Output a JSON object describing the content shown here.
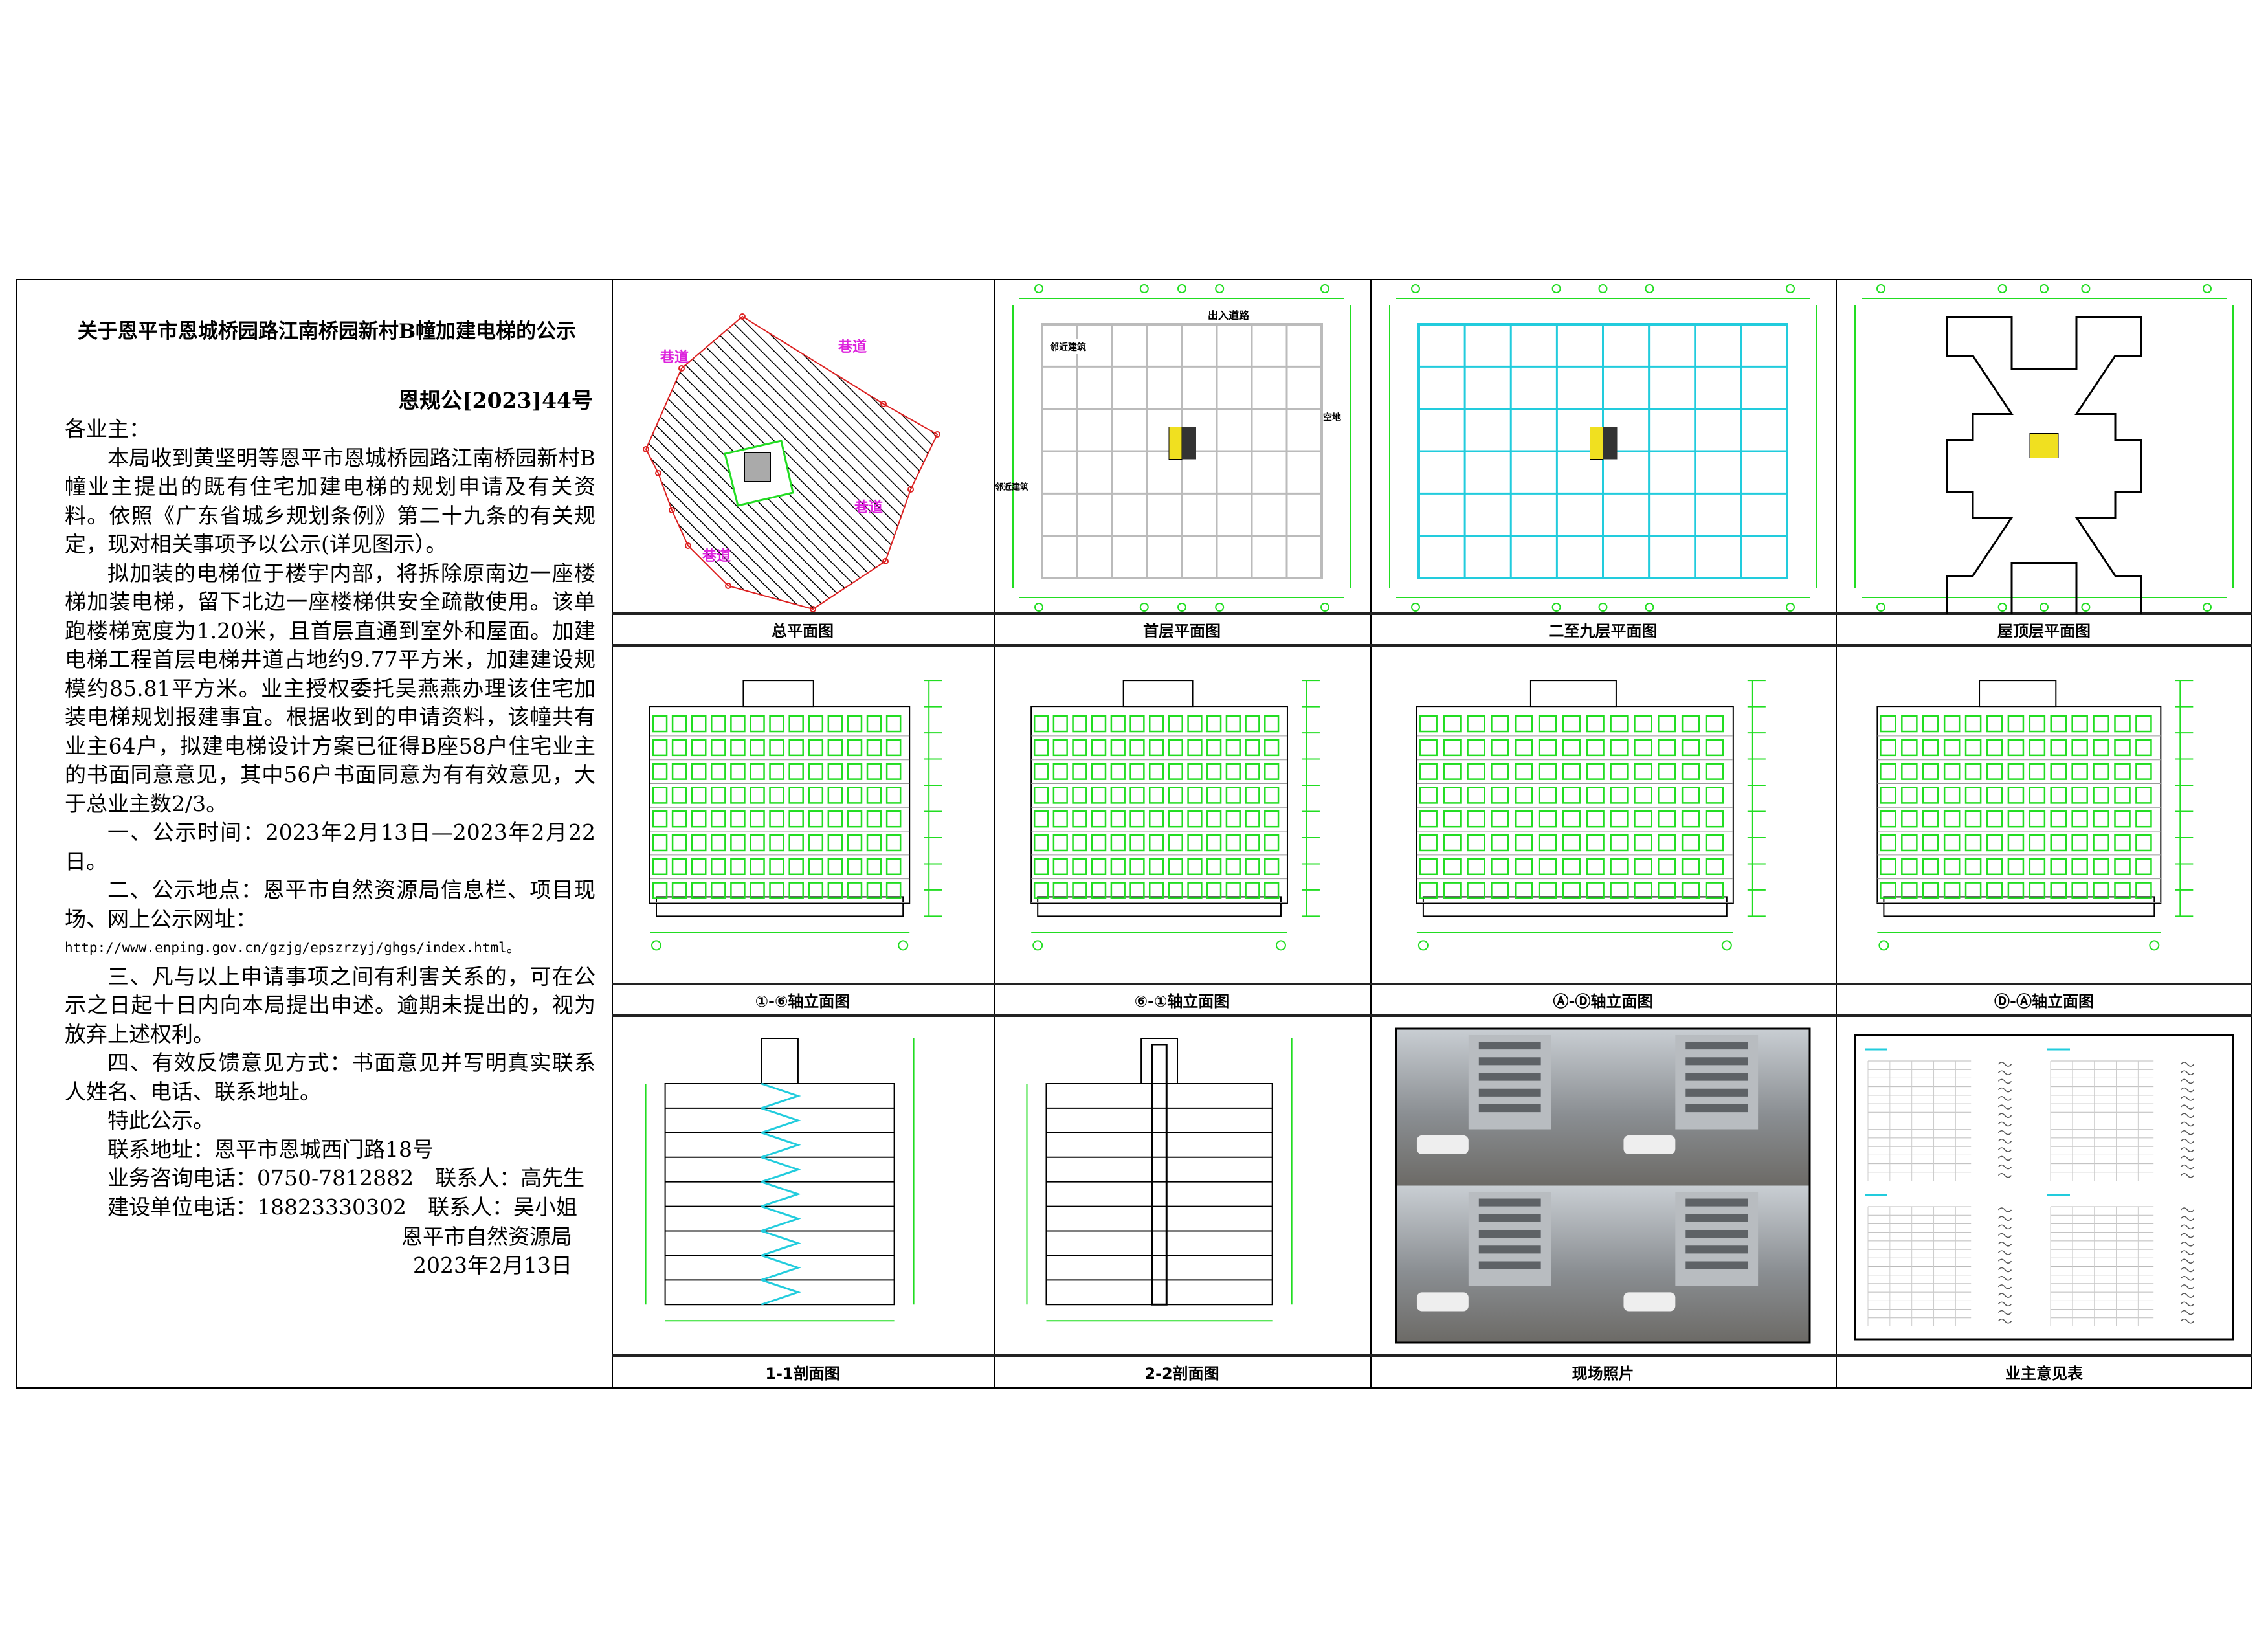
{
  "notice": {
    "title": "关于恩平市恩城桥园路江南桥园新村B幢加建电梯的公示",
    "doc_number": "恩规公[2023]44号",
    "salutation": "各业主：",
    "paragraph_1": "本局收到黄坚明等恩平市恩城桥园路江南桥园新村B幢业主提出的既有住宅加建电梯的规划申请及有关资料。依照《广东省城乡规划条例》第二十九条的有关规定，现对相关事项予以公示(详见图示）。",
    "paragraph_2": "拟加装的电梯位于楼宇内部，将拆除原南边一座楼梯加装电梯，留下北边一座楼梯供安全疏散使用。该单跑楼梯宽度为1.20米，且首层直通到室外和屋面。加建电梯工程首层电梯井道占地约9.77平方米，加建建设规模约85.81平方米。业主授权委托吴燕燕办理该住宅加装电梯规划报建事宜。根据收到的申请资料，该幢共有业主64户，拟建电梯设计方案已征得B座58户住宅业主的书面同意意见，其中56户书面同意为有有效意见，大于总业主数2/3。",
    "item_1": "一、公示时间：2023年2月13日—2023年2月22日。",
    "item_2": "二、公示地点：恩平市自然资源局信息栏、项目现场、网上公示网址：",
    "url": "http://www.enping.gov.cn/gzjg/epszrzyj/ghgs/index.html。",
    "item_3": "三、凡与以上申请事项之间有利害关系的，可在公示之日起十日内向本局提出申述。逾期未提出的，视为放弃上述权利。",
    "item_4": "四、有效反馈意见方式：书面意见并写明真实联系人姓名、电话、联系地址。",
    "closing": "特此公示。",
    "address": "联系地址：恩平市恩城西门路18号",
    "consult_phone": "业务咨询电话：0750-7812882　联系人：高先生",
    "builder_phone": "建设单位电话：18823330302　联系人：吴小姐",
    "signature_org": "恩平市自然资源局",
    "signature_date": "2023年2月13日"
  },
  "panels": [
    {
      "caption": "总平面图",
      "kind": "site-plan"
    },
    {
      "caption": "首层平面图",
      "kind": "ground-floor-plan"
    },
    {
      "caption": "二至九层平面图",
      "kind": "typical-floor-plan"
    },
    {
      "caption": "屋顶层平面图",
      "kind": "roof-plan"
    },
    {
      "caption": "①-⑥轴立面图",
      "kind": "elevation"
    },
    {
      "caption": "⑥-①轴立面图",
      "kind": "elevation"
    },
    {
      "caption": "Ⓐ-Ⓓ轴立面图",
      "kind": "elevation"
    },
    {
      "caption": "Ⓓ-Ⓐ轴立面图",
      "kind": "elevation"
    },
    {
      "caption": "1-1剖面图",
      "kind": "section"
    },
    {
      "caption": "2-2剖面图",
      "kind": "section"
    },
    {
      "caption": "现场照片",
      "kind": "photos"
    },
    {
      "caption": "业主意见表",
      "kind": "owner-form"
    }
  ],
  "drawing_labels": {
    "site_alley": "巷道",
    "entrance_road": "出入道路",
    "open_space": "空地",
    "adjacent_building": "邻近建筑"
  },
  "colors": {
    "cad_green": "#22dd22",
    "cad_cyan": "#22ccdd",
    "site_boundary": "#dd2222",
    "label_magenta": "#dd22dd",
    "elevator_yellow": "#f0e020"
  }
}
